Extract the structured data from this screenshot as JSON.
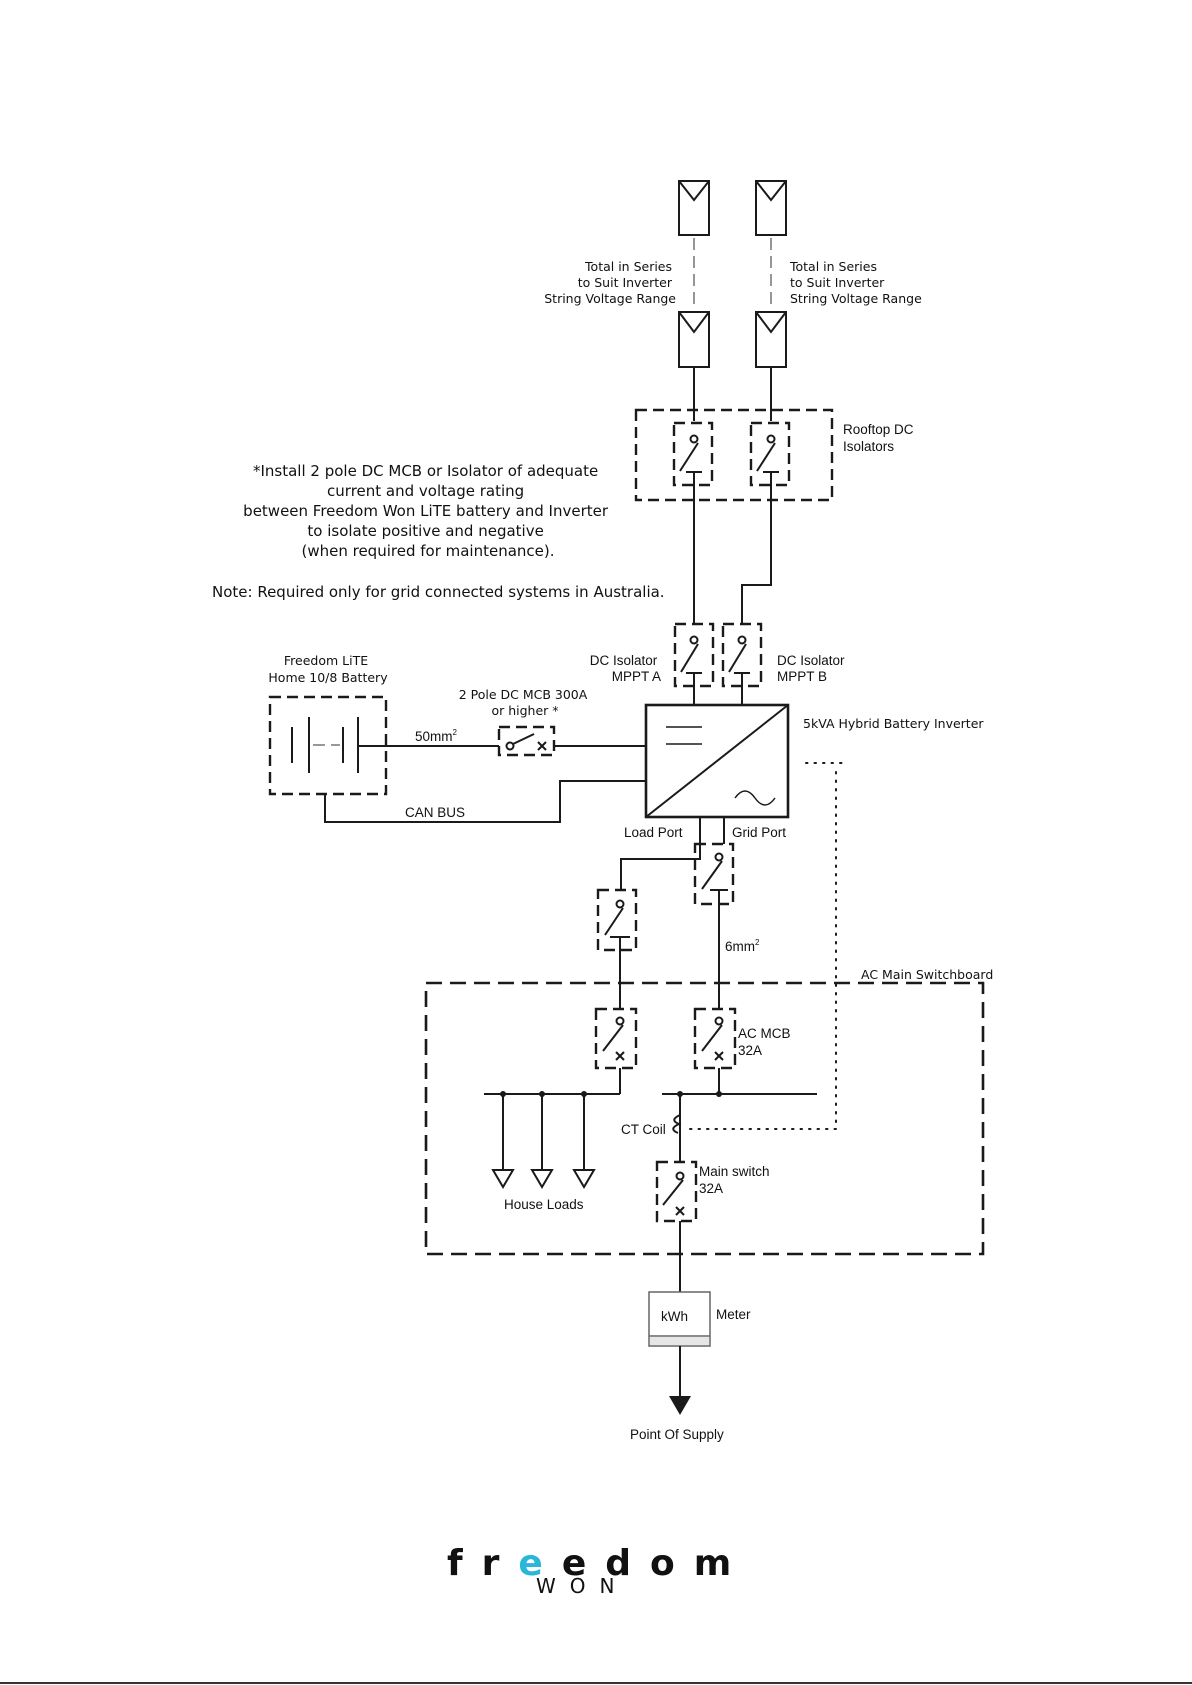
{
  "pv": {
    "string_note_lines": [
      "Total in Series",
      "to Suit Inverter",
      "String Voltage Range"
    ]
  },
  "labels": {
    "rooftop_dc_isolators": [
      "Rooftop DC",
      "Isolators"
    ],
    "dc_isolator_a": [
      "DC  Isolator",
      "MPPT A"
    ],
    "dc_isolator_b": [
      "DC  Isolator",
      "MPPT B"
    ],
    "battery": [
      "Freedom LiTE",
      "Home 10/8 Battery"
    ],
    "dc_mcb": [
      "2 Pole DC MCB 300A",
      "or higher *"
    ],
    "cable_50": "50mm",
    "cable_50_sup": "2",
    "can_bus": "CAN BUS",
    "inverter": "5kVA Hybrid Battery Inverter",
    "load_port": "Load Port",
    "grid_port": "Grid Port",
    "cable_6": "6mm",
    "cable_6_sup": "2",
    "switchboard": "AC Main Switchboard",
    "ac_mcb": [
      "AC MCB",
      "32A"
    ],
    "ct_coil": "CT Coil",
    "house_loads": "House Loads",
    "main_switch": [
      "Main switch",
      "32A"
    ],
    "meter_display": "kWh",
    "meter": "Meter",
    "supply": "Point Of Supply"
  },
  "note": {
    "install_lines": [
      "*Install 2 pole DC MCB or Isolator of adequate",
      "current and voltage rating",
      "between Freedom Won LiTE battery and Inverter",
      "to isolate positive and negative",
      "(when required for maintenance)."
    ],
    "region": "Note: Required only for grid connected systems in Australia."
  },
  "logo": {
    "prefix": "fr",
    "highlight": "e",
    "suffix": "edom",
    "sub": "WON",
    "accent_color": "#29b6d9",
    "text_color": "#555555"
  }
}
